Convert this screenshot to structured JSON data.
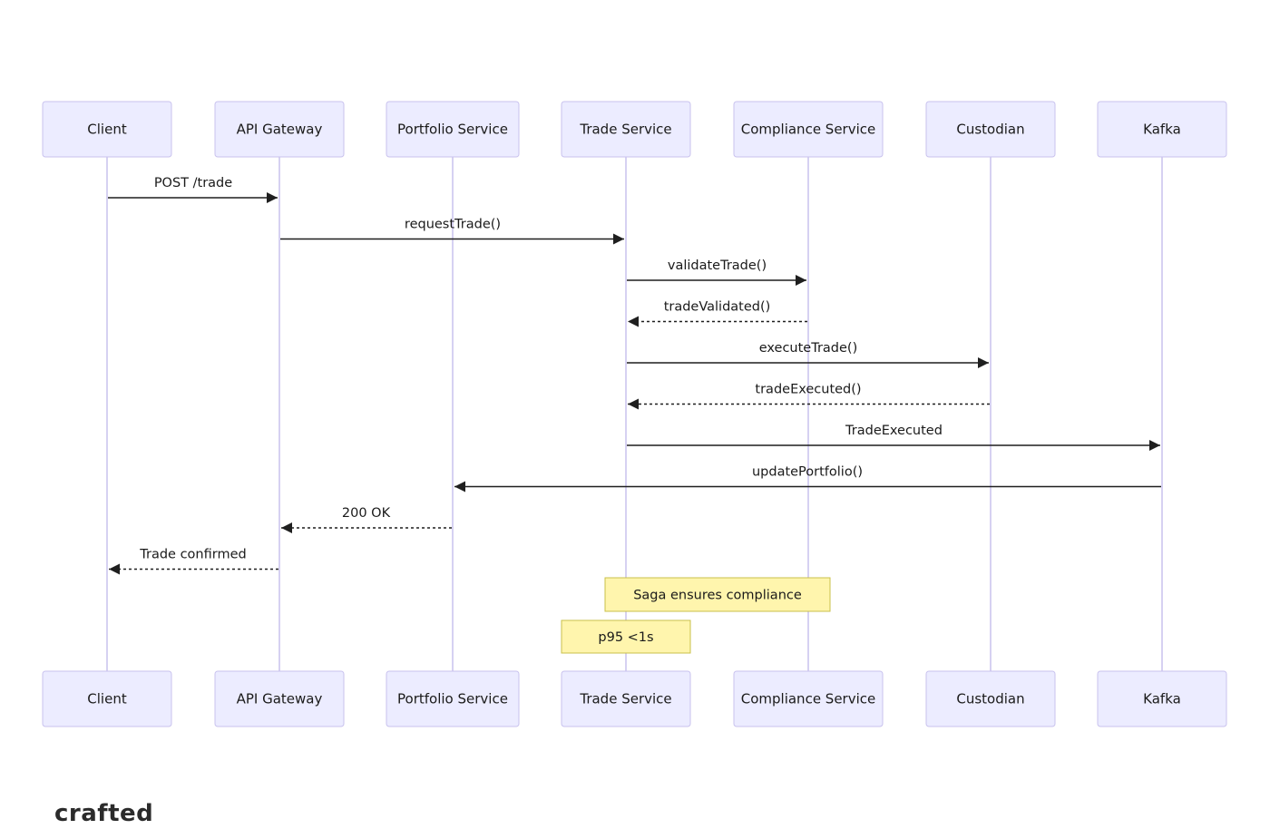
{
  "participants": [
    {
      "id": "client",
      "label": "Client"
    },
    {
      "id": "gateway",
      "label": "API Gateway"
    },
    {
      "id": "portfolio",
      "label": "Portfolio Service"
    },
    {
      "id": "trade",
      "label": "Trade Service"
    },
    {
      "id": "compliance",
      "label": "Compliance Service"
    },
    {
      "id": "custodian",
      "label": "Custodian"
    },
    {
      "id": "kafka",
      "label": "Kafka"
    }
  ],
  "messages": [
    {
      "from": "client",
      "to": "gateway",
      "label": "POST /trade",
      "style": "solid"
    },
    {
      "from": "gateway",
      "to": "trade",
      "label": "requestTrade()",
      "style": "solid"
    },
    {
      "from": "trade",
      "to": "compliance",
      "label": "validateTrade()",
      "style": "solid"
    },
    {
      "from": "compliance",
      "to": "trade",
      "label": "tradeValidated()",
      "style": "dashed"
    },
    {
      "from": "trade",
      "to": "custodian",
      "label": "executeTrade()",
      "style": "solid"
    },
    {
      "from": "custodian",
      "to": "trade",
      "label": "tradeExecuted()",
      "style": "dashed"
    },
    {
      "from": "trade",
      "to": "kafka",
      "label": "TradeExecuted",
      "style": "solid"
    },
    {
      "from": "kafka",
      "to": "portfolio",
      "label": "updatePortfolio()",
      "style": "solid"
    },
    {
      "from": "portfolio",
      "to": "gateway",
      "label": "200 OK",
      "style": "dashed"
    },
    {
      "from": "gateway",
      "to": "client",
      "label": "Trade confirmed",
      "style": "dashed"
    }
  ],
  "notes": [
    {
      "over": [
        "trade",
        "compliance"
      ],
      "label": "Saga ensures compliance"
    },
    {
      "over": [
        "trade"
      ],
      "label": "p95 <1s"
    }
  ],
  "brand": {
    "label": "crafted"
  },
  "colors": {
    "actor_fill": "#ececff",
    "actor_border": "#c9c2ee",
    "lifeline": "#c9c2ee",
    "note_fill": "#fff5ad",
    "note_border": "#c8c04a",
    "arrow": "#1f1f1f"
  }
}
